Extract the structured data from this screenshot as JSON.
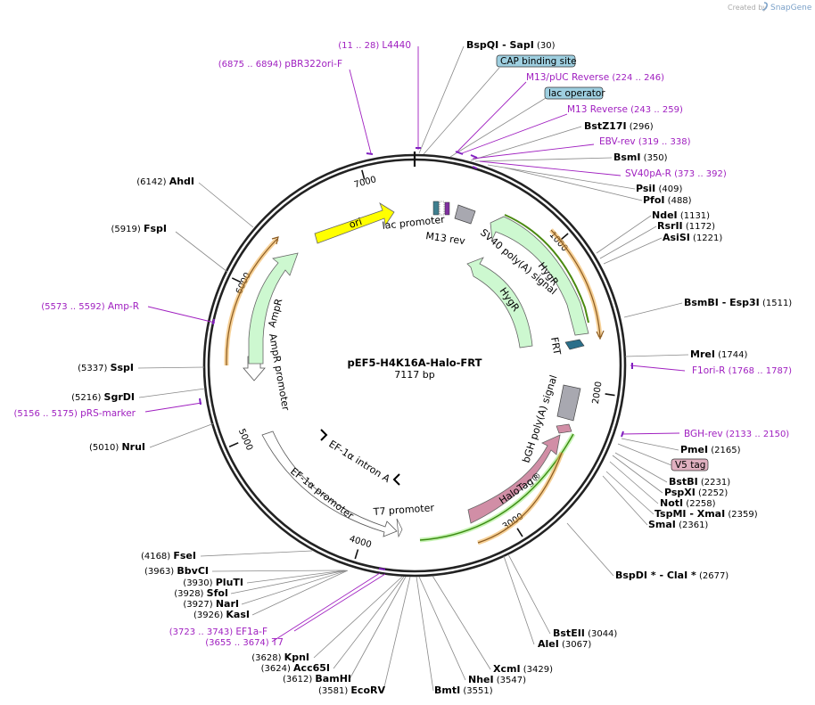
{
  "credit": {
    "created_by": "Created by",
    "brand": "SnapGene"
  },
  "plasmid": {
    "name": "pEF5-H4K16A-Halo-FRT",
    "length_label": "7117 bp"
  },
  "ticks": [
    {
      "label": "1000",
      "angle": 49.3
    },
    {
      "label": "2000",
      "angle": 98.5
    },
    {
      "label": "3000",
      "angle": 147.8
    },
    {
      "label": "4000",
      "angle": 197.1
    },
    {
      "label": "5000",
      "angle": 246.3
    },
    {
      "label": "6000",
      "angle": 295.6
    },
    {
      "label": "7000",
      "angle": 344.9
    }
  ],
  "features": [
    {
      "label": "ori",
      "color": "#ffff00"
    },
    {
      "label": "lac promoter"
    },
    {
      "label": "M13 rev"
    },
    {
      "label": "SV40 poly(A) signal"
    },
    {
      "label": "HygR"
    },
    {
      "label": "HygR"
    },
    {
      "label": "FRT"
    },
    {
      "label": "bGH poly(A) signal"
    },
    {
      "label": "HaloTag®",
      "color": "#d18ea6"
    },
    {
      "label": "T7 promoter"
    },
    {
      "label": "EF-1α intron A"
    },
    {
      "label": "EF-1α promoter"
    },
    {
      "label": "AmpR promoter"
    },
    {
      "label": "AmpR",
      "color": "#cdf8d0"
    }
  ],
  "boxed_labels": [
    {
      "text": "CAP binding site"
    },
    {
      "text": "lac operator"
    },
    {
      "text": "V5 tag"
    }
  ],
  "enzymes": [
    {
      "name": "BspQI  -  SapI",
      "pos": "(30)"
    },
    {
      "name": "BstZ17I",
      "pos": "(296)"
    },
    {
      "name": "BsmI",
      "pos": "(350)"
    },
    {
      "name": "PsiI",
      "pos": "(409)"
    },
    {
      "name": "PfoI",
      "pos": "(488)"
    },
    {
      "name": "NdeI",
      "pos": "(1131)"
    },
    {
      "name": "RsrII",
      "pos": "(1172)"
    },
    {
      "name": "AsiSI",
      "pos": "(1221)"
    },
    {
      "name": "BsmBI  -  Esp3I",
      "pos": "(1511)"
    },
    {
      "name": "MreI",
      "pos": "(1744)"
    },
    {
      "name": "PmeI",
      "pos": "(2165)"
    },
    {
      "name": "BstBI",
      "pos": "(2231)"
    },
    {
      "name": "PspXI",
      "pos": "(2252)"
    },
    {
      "name": "NotI",
      "pos": "(2258)"
    },
    {
      "name": "TspMI  -  XmaI",
      "pos": "(2359)"
    },
    {
      "name": "SmaI",
      "pos": "(2361)"
    },
    {
      "name": "BspDI *  -  ClaI *",
      "pos": "(2677)"
    },
    {
      "name": "BstEII",
      "pos": "(3044)"
    },
    {
      "name": "AleI",
      "pos": "(3067)"
    },
    {
      "name": "XcmI",
      "pos": "(3429)"
    },
    {
      "name": "NheI",
      "pos": "(3547)"
    },
    {
      "name": "BmtI",
      "pos": "(3551)"
    },
    {
      "name": "EcoRV",
      "pos": "(3581)"
    },
    {
      "name": "BamHI",
      "pos": "(3612)"
    },
    {
      "name": "Acc65I",
      "pos": "(3624)"
    },
    {
      "name": "KpnI",
      "pos": "(3628)"
    },
    {
      "name": "KasI",
      "pos": "(3926)"
    },
    {
      "name": "NarI",
      "pos": "(3927)"
    },
    {
      "name": "SfoI",
      "pos": "(3928)"
    },
    {
      "name": "PluTI",
      "pos": "(3930)"
    },
    {
      "name": "BbvCI",
      "pos": "(3963)"
    },
    {
      "name": "FseI",
      "pos": "(4168)"
    },
    {
      "name": "NruI",
      "pos": "(5010)"
    },
    {
      "name": "SgrDI",
      "pos": "(5216)"
    },
    {
      "name": "SspI",
      "pos": "(5337)"
    },
    {
      "name": "FspI",
      "pos": "(5919)"
    },
    {
      "name": "AhdI",
      "pos": "(6142)"
    }
  ],
  "primers": [
    {
      "name": "L4440",
      "range": "(11 .. 28)"
    },
    {
      "name": "pBR322ori-F",
      "range": "(6875 .. 6894)"
    },
    {
      "name": "M13/pUC Reverse",
      "range": "(224 .. 246)"
    },
    {
      "name": "M13 Reverse",
      "range": "(243 .. 259)"
    },
    {
      "name": "EBV-rev",
      "range": "(319 .. 338)"
    },
    {
      "name": "SV40pA-R",
      "range": "(373 .. 392)"
    },
    {
      "name": "F1ori-R",
      "range": "(1768 .. 1787)"
    },
    {
      "name": "BGH-rev",
      "range": "(2133 .. 2150)"
    },
    {
      "name": "EF1a-F",
      "range": "(3723 .. 3743)"
    },
    {
      "name": "T7",
      "range": "(3655 .. 3674)"
    },
    {
      "name": "pRS-marker",
      "range": "(5156 .. 5175)"
    },
    {
      "name": "Amp-R",
      "range": "(5573 .. 5592)"
    }
  ]
}
